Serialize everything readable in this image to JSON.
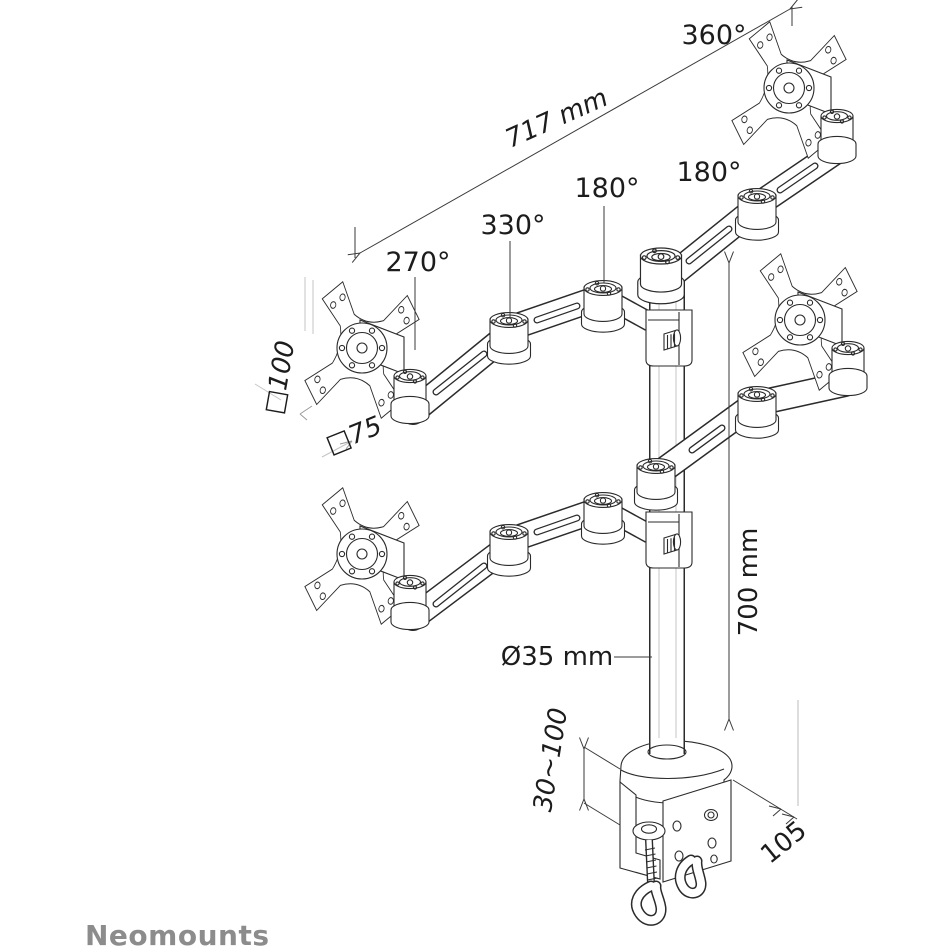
{
  "annotations": {
    "rotation_360": "360°",
    "width_717": "717 mm",
    "rotation_180_left": "180°",
    "rotation_180_right": "180°",
    "rotation_330": "330°",
    "rotation_270": "270°",
    "vesa_pattern_100": "□100",
    "vesa_pattern_75": "□75",
    "pole_height_700": "700 mm",
    "pole_diameter_35": "Ø35 mm",
    "clamp_thickness_range": "30~100",
    "clamp_depth_105": "105"
  },
  "brand": {
    "name": "Neomounts",
    "color": "#8c8c8c"
  },
  "colors": {
    "line": "#2b2b2b",
    "dimension": "#3a3a3a",
    "construction": "#c4c4c4"
  }
}
